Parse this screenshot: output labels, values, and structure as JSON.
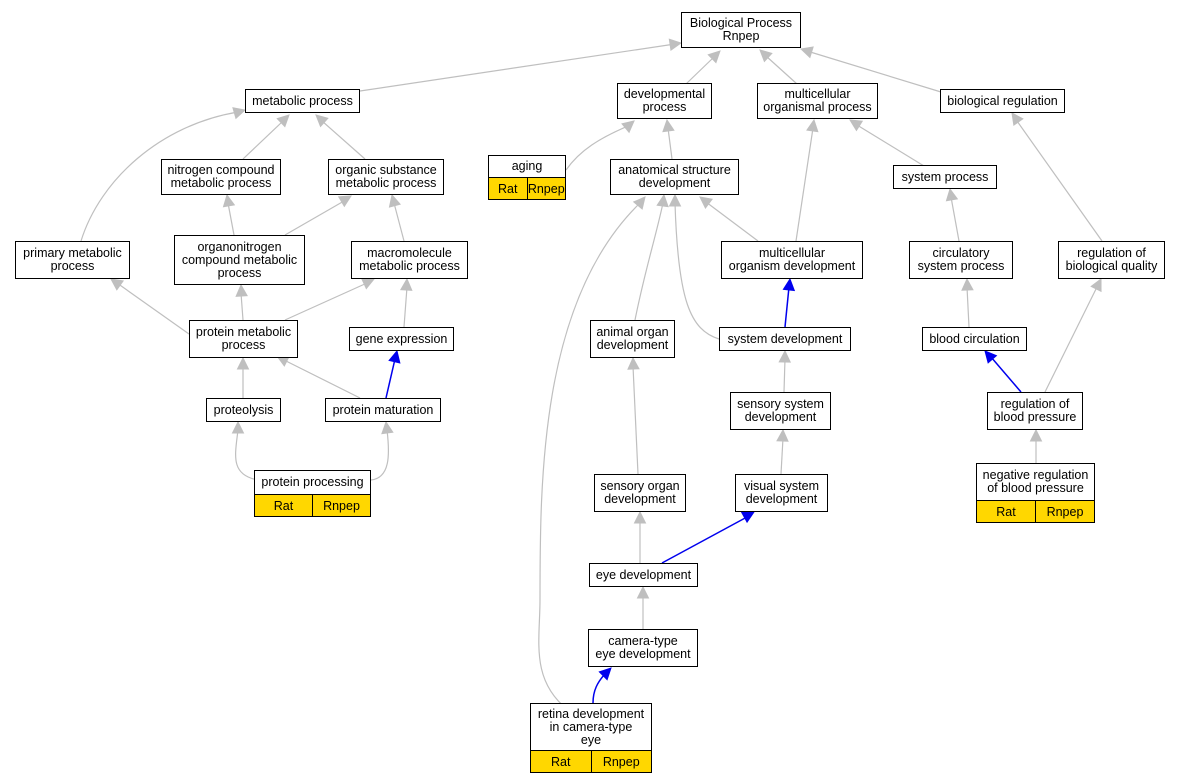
{
  "colors": {
    "edge_gray": "#bfbfbf",
    "edge_blue": "#0000ee",
    "highlight": "#FFD700"
  },
  "nodes": {
    "root": "Biological Process\nRnpep",
    "metabolic_process": "metabolic process",
    "developmental_process": "developmental\nprocess",
    "multicellular_organismal_process": "multicellular\norganismal process",
    "biological_regulation": "biological regulation",
    "nitrogen_compound": "nitrogen compound\nmetabolic process",
    "organic_substance": "organic substance\nmetabolic process",
    "anatomical_structure": "anatomical structure\ndevelopment",
    "system_process": "system process",
    "primary_metabolic": "primary metabolic\nprocess",
    "organonitrogen": "organonitrogen\ncompound metabolic\nprocess",
    "macromolecule": "macromolecule\nmetabolic process",
    "multicellular_organism_development": "multicellular\norganism development",
    "circulatory_system_process": "circulatory\nsystem process",
    "regulation_biological_quality": "regulation of\nbiological quality",
    "protein_metabolic": "protein metabolic\nprocess",
    "gene_expression": "gene expression",
    "animal_organ": "animal organ\ndevelopment",
    "system_development": "system development",
    "blood_circulation": "blood circulation",
    "proteolysis": "proteolysis",
    "protein_maturation": "protein maturation",
    "sensory_system": "sensory system\ndevelopment",
    "regulation_blood_pressure": "regulation of\nblood pressure",
    "sensory_organ": "sensory organ\ndevelopment",
    "visual_system": "visual system\ndevelopment",
    "eye_development": "eye development",
    "camera_type": "camera-type\neye development"
  },
  "annotated": {
    "aging": {
      "label": "aging",
      "tags": [
        "Rat",
        "Rnpep"
      ]
    },
    "protein_processing": {
      "label": "protein processing",
      "tags": [
        "Rat",
        "Rnpep"
      ]
    },
    "negative_regulation": {
      "label": "negative regulation\nof blood pressure",
      "tags": [
        "Rat",
        "Rnpep"
      ]
    },
    "retina_development": {
      "label": "retina development\nin camera-type\neye",
      "tags": [
        "Rat",
        "Rnpep"
      ]
    }
  }
}
